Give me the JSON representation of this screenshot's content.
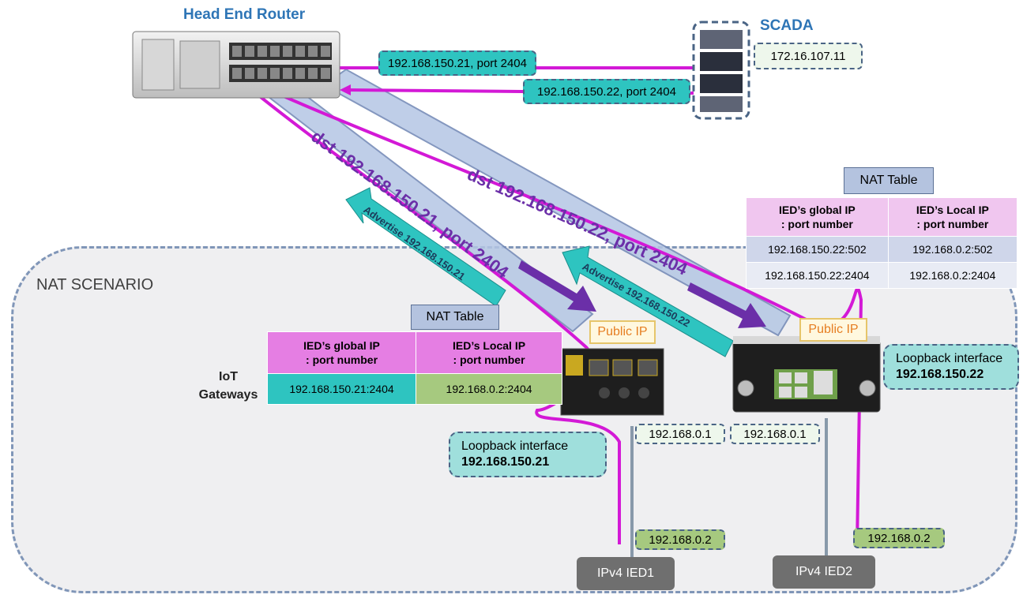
{
  "head_end_router": {
    "title": "Head End Router"
  },
  "scada": {
    "title": "SCADA",
    "ip": "172.16.107.11"
  },
  "links": {
    "scada_to_router_1": "192.168.150.21, port 2404",
    "scada_to_router_2": "192.168.150.22, port 2404"
  },
  "tunnels": {
    "tunnel1_dst": "dst 192.168.150.21, port 2404",
    "tunnel2_dst": "dst 192.168.150.22, port 2404",
    "advertise1": "Advertise 192.168.150.21",
    "advertise2": "Advertise 192.168.150.22"
  },
  "scenario": {
    "label": "NAT SCENARIO",
    "gateways_label_1": "IoT",
    "gateways_label_2": "Gateways"
  },
  "nat_table_1": {
    "title": "NAT Table",
    "headers": [
      {
        "line1": "IED’s global IP",
        "line2": ": port number"
      },
      {
        "line1": "IED’s Local IP",
        "line2": ": port number"
      }
    ],
    "rows": [
      [
        "192.168.150.21:2404",
        "192.168.0.2:2404"
      ]
    ]
  },
  "nat_table_2": {
    "title": "NAT Table",
    "headers": [
      {
        "line1": "IED’s global IP",
        "line2": ": port number"
      },
      {
        "line1": "IED’s Local IP",
        "line2": ": port number"
      }
    ],
    "rows": [
      [
        "192.168.150.22:502",
        "192.168.0.2:502"
      ],
      [
        "192.168.150.22:2404",
        "192.168.0.2:2404"
      ]
    ]
  },
  "gateway1": {
    "public_ip_label": "Public IP",
    "loopback_label": "Loopback interface",
    "loopback_ip": "192.168.150.21",
    "lan_ip": "192.168.0.1"
  },
  "gateway2": {
    "public_ip_label": "Public IP",
    "loopback_label": "Loopback interface",
    "loopback_ip": "192.168.150.22",
    "lan_ip": "192.168.0.1"
  },
  "ied1": {
    "name": "IPv4 IED1",
    "ip": "192.168.0.2"
  },
  "ied2": {
    "name": "IPv4 IED2",
    "ip": "192.168.0.2"
  },
  "colors": {
    "link": "#d319d6",
    "tunnel": "#b4c6e4",
    "advertise": "#2ec4c0",
    "arrow": "#6b2fa8",
    "accent_title": "#2e75b6"
  }
}
